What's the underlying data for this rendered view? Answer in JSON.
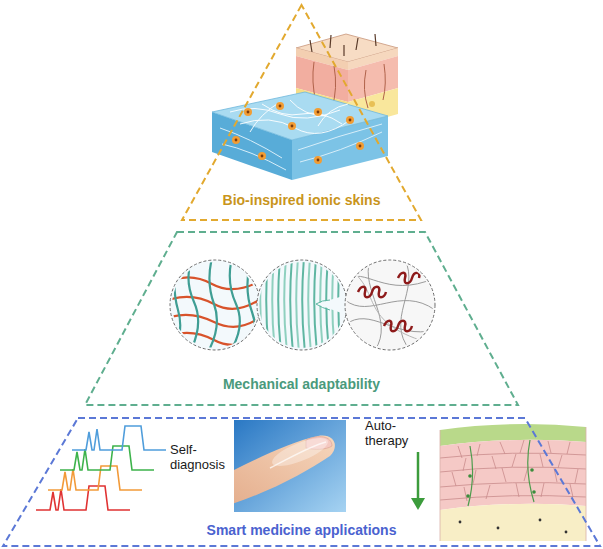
{
  "diagram": {
    "nodes": [
      {
        "text": [
          "Bio-inspired ionic skins"
        ]
      },
      {
        "text": [
          "Mechanical adaptability"
        ]
      },
      {
        "text": [
          "Smart medicine applications"
        ]
      }
    ],
    "labels": [
      "Self-diagnosis",
      "Auto-therapy"
    ]
  }
}
